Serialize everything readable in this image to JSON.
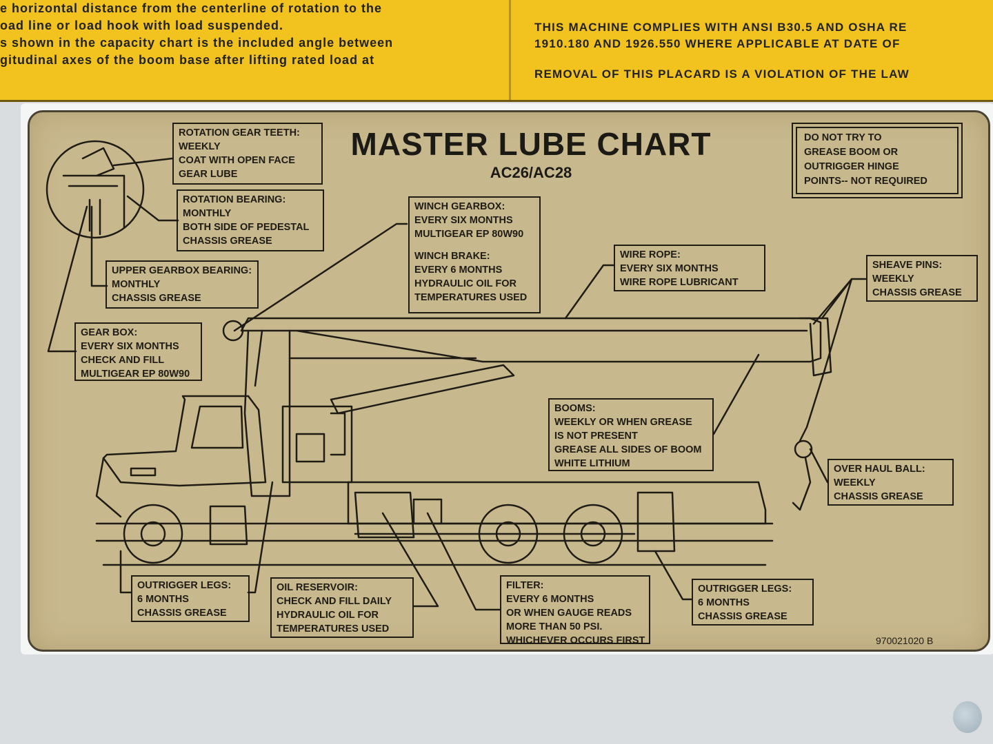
{
  "top_label": {
    "left_lines": [
      "e horizontal distance from the centerline of rotation to the",
      "oad line or load hook with load suspended.",
      "s shown in the capacity chart is the included angle between",
      "gitudinal axes of the boom base after lifting rated load at"
    ],
    "right_lines": [
      "THIS MACHINE COMPLIES WITH ANSI B30.5 AND OSHA RE",
      "1910.180 AND 1926.550 WHERE APPLICABLE AT DATE OF"
    ],
    "right_warning": "REMOVAL OF THIS PLACARD IS A VIOLATION OF THE LAW"
  },
  "title": "MASTER LUBE CHART",
  "model": "AC26/AC28",
  "note_box": [
    "DO NOT TRY TO",
    "GREASE BOOM OR",
    "OUTRIGGER HINGE",
    "POINTS-- NOT REQUIRED"
  ],
  "callouts": {
    "rotation_gear_teeth": [
      "ROTATION GEAR TEETH:",
      "WEEKLY",
      "COAT WITH OPEN FACE",
      "GEAR LUBE"
    ],
    "rotation_bearing": [
      "ROTATION BEARING:",
      "MONTHLY",
      "BOTH SIDE OF PEDESTAL",
      "CHASSIS GREASE"
    ],
    "upper_gearbox_bearing": [
      "UPPER GEARBOX BEARING:",
      "MONTHLY",
      "CHASSIS GREASE"
    ],
    "gear_box": [
      "GEAR BOX:",
      "EVERY SIX MONTHS",
      "CHECK AND FILL",
      "MULTIGEAR EP 80W90"
    ],
    "winch_gearbox": [
      "WINCH GEARBOX:",
      "EVERY SIX MONTHS",
      "MULTIGEAR EP 80W90"
    ],
    "winch_brake": [
      "WINCH BRAKE:",
      "EVERY 6 MONTHS",
      "HYDRAULIC OIL FOR",
      "TEMPERATURES USED"
    ],
    "wire_rope": [
      "WIRE ROPE:",
      "EVERY SIX MONTHS",
      "WIRE ROPE LUBRICANT"
    ],
    "sheave_pins": [
      "SHEAVE PINS:",
      "WEEKLY",
      "CHASSIS GREASE"
    ],
    "booms": [
      "BOOMS:",
      "WEEKLY OR WHEN GREASE",
      "IS NOT PRESENT",
      "GREASE ALL SIDES OF BOOM",
      "WHITE LITHIUM"
    ],
    "over_haul_ball": [
      "OVER HAUL BALL:",
      "WEEKLY",
      "CHASSIS GREASE"
    ],
    "outrigger_legs_front": [
      "OUTRIGGER LEGS:",
      "6 MONTHS",
      "CHASSIS GREASE"
    ],
    "oil_reservoir": [
      "OIL RESERVOIR:",
      "CHECK AND FILL DAILY",
      "HYDRAULIC OIL FOR",
      "TEMPERATURES USED"
    ],
    "filter": [
      "FILTER:",
      "EVERY 6 MONTHS",
      "OR WHEN GAUGE READS",
      "MORE THAN 50 PSI.",
      "WHICHEVER OCCURS FIRST"
    ],
    "outrigger_legs_rear": [
      "OUTRIGGER LEGS:",
      "6 MONTHS",
      "CHASSIS GREASE"
    ]
  },
  "part_number": "970021020 B",
  "colors": {
    "label_yellow": "#f2c21f",
    "plate": "#c8b88d",
    "ink": "#1f1c15"
  }
}
